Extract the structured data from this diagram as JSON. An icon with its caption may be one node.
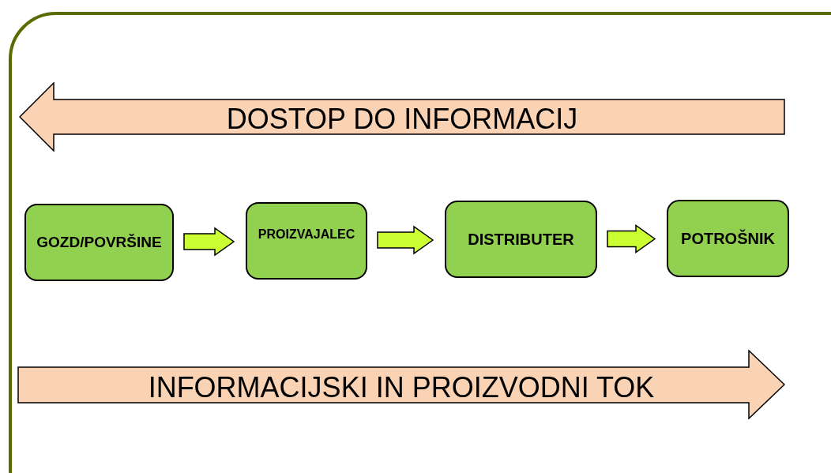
{
  "diagram": {
    "nodes": [
      {
        "text": [
          "DOSTOP DO INFORMACIJ"
        ]
      },
      {
        "text": [
          "GOZD/POVRŠINE"
        ]
      },
      {
        "text": [
          "PROIZVAJALEC"
        ]
      },
      {
        "text": [
          "DISTRIBUTER"
        ]
      },
      {
        "text": [
          "POTROŠNIK"
        ]
      },
      {
        "text": [
          "INFORMACIJSKI IN PROIZVODNI TOK"
        ]
      }
    ],
    "edges": [
      {
        "from": 1,
        "to": 2,
        "arrow": "to"
      },
      {
        "from": 2,
        "to": 3,
        "arrow": "to"
      },
      {
        "from": 3,
        "to": 4,
        "arrow": "to"
      }
    ]
  }
}
